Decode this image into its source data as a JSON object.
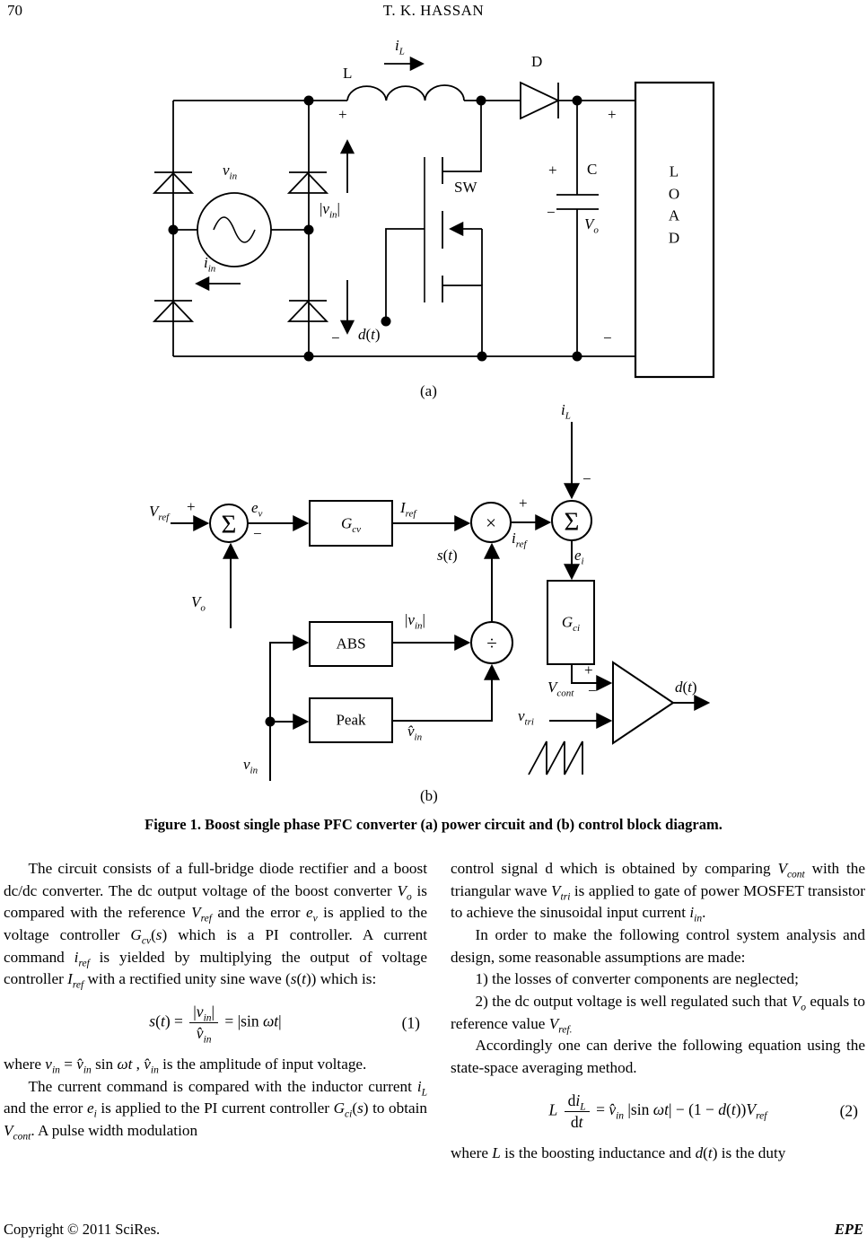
{
  "header": {
    "page_number": "70",
    "running_title": "T. K. HASSAN"
  },
  "figure": {
    "caption": "Figure 1. Boost single phase PFC converter (a) power circuit and (b) control block diagram.",
    "part_a": {
      "tag": "(a)",
      "labels": {
        "iL": [
          {
            "t": "i",
            "i": true
          },
          {
            "t": "L",
            "i": true,
            "s": "sub"
          }
        ],
        "L": "L",
        "D": "D",
        "plus_in": "+",
        "minus_in": "−",
        "abs_vin": [
          {
            "t": "|"
          },
          {
            "t": "v",
            "i": true
          },
          {
            "t": "in",
            "i": true,
            "s": "sub"
          },
          {
            "t": "|"
          }
        ],
        "vin": [
          {
            "t": "v",
            "i": true
          },
          {
            "t": "in",
            "i": true,
            "s": "sub"
          }
        ],
        "iin": [
          {
            "t": "i",
            "i": true
          },
          {
            "t": "in",
            "i": true,
            "s": "sub"
          }
        ],
        "sw": "SW",
        "dt": [
          {
            "t": "d",
            "i": true
          },
          {
            "t": "("
          },
          {
            "t": "t",
            "i": true
          },
          {
            "t": ")"
          }
        ],
        "plus_cap": "+",
        "minus_cap": "−",
        "C": "C",
        "Vo": [
          {
            "t": "V",
            "i": true
          },
          {
            "t": "o",
            "i": true,
            "s": "sub"
          }
        ],
        "plus_load": "+",
        "minus_load": "−",
        "load": "L\nO\nA\nD"
      }
    },
    "part_b": {
      "tag": "(b)",
      "labels": {
        "iL": [
          {
            "t": "i",
            "i": true
          },
          {
            "t": "L",
            "i": true,
            "s": "sub"
          }
        ],
        "minus_iL": "−",
        "Vref": [
          {
            "t": "V",
            "i": true
          },
          {
            "t": "ref",
            "i": true,
            "s": "sub"
          }
        ],
        "plus1": "+",
        "minus1": "−",
        "sigma": "Σ",
        "ev": [
          {
            "t": "e",
            "i": true
          },
          {
            "t": "v",
            "i": true,
            "s": "sub"
          }
        ],
        "Gcv": [
          {
            "t": "G",
            "i": true
          },
          {
            "t": "cv",
            "i": true,
            "s": "sub"
          }
        ],
        "Iref": [
          {
            "t": "I",
            "i": true
          },
          {
            "t": "ref",
            "i": true,
            "s": "sub"
          }
        ],
        "times": "×",
        "plus2": "+",
        "iref": [
          {
            "t": "i",
            "i": true
          },
          {
            "t": "ref",
            "i": true,
            "s": "sub"
          }
        ],
        "ei": [
          {
            "t": "e",
            "i": true
          },
          {
            "t": "i",
            "i": true,
            "s": "sub"
          }
        ],
        "Gci": [
          {
            "t": "G",
            "i": true
          },
          {
            "t": "ci",
            "i": true,
            "s": "sub"
          }
        ],
        "st": [
          {
            "t": "s",
            "i": true
          },
          {
            "t": "("
          },
          {
            "t": "t",
            "i": true
          },
          {
            "t": ")"
          }
        ],
        "divide": "÷",
        "abs": "ABS",
        "abs_vin": [
          {
            "t": "|"
          },
          {
            "t": "v",
            "i": true
          },
          {
            "t": "in",
            "i": true,
            "s": "sub"
          },
          {
            "t": "|"
          }
        ],
        "peak": "Peak",
        "vhat_in": [
          {
            "t": "v̂",
            "i": true
          },
          {
            "t": "in",
            "i": true,
            "s": "sub"
          }
        ],
        "vin": [
          {
            "t": "v",
            "i": true
          },
          {
            "t": "in",
            "i": true,
            "s": "sub"
          }
        ],
        "Vo": [
          {
            "t": "V",
            "i": true
          },
          {
            "t": "o",
            "i": true,
            "s": "sub"
          }
        ],
        "Vcont": [
          {
            "t": "V",
            "i": true
          },
          {
            "t": "cont",
            "i": true,
            "s": "sub"
          }
        ],
        "plus3": "+",
        "minus3": "−",
        "vtri": [
          {
            "t": "v",
            "i": true
          },
          {
            "t": "tri",
            "i": true,
            "s": "sub"
          }
        ],
        "dt": [
          {
            "t": "d",
            "i": true
          },
          {
            "t": "("
          },
          {
            "t": "t",
            "i": true
          },
          {
            "t": ")"
          }
        ]
      }
    }
  },
  "body": {
    "left": {
      "p1": [
        {
          "t": "The circuit consists of a full-bridge diode rectifier and a boost dc/dc converter. The dc output voltage of the boost converter "
        },
        {
          "t": "V",
          "i": true
        },
        {
          "t": "o",
          "i": true,
          "s": "sub"
        },
        {
          "t": " is compared with the reference "
        },
        {
          "t": "V",
          "i": true
        },
        {
          "t": "ref",
          "i": true,
          "s": "sub"
        },
        {
          "t": " and the error "
        },
        {
          "t": "e",
          "i": true
        },
        {
          "t": "v",
          "i": true,
          "s": "sub"
        },
        {
          "t": " is applied to the voltage controller "
        },
        {
          "t": "G",
          "i": true
        },
        {
          "t": "cv",
          "i": true,
          "s": "sub"
        },
        {
          "t": "("
        },
        {
          "t": "s",
          "i": true
        },
        {
          "t": ") which is a PI controller. A current command "
        },
        {
          "t": "i",
          "i": true
        },
        {
          "t": "ref",
          "i": true,
          "s": "sub"
        },
        {
          "t": " is yielded by multiplying the output of voltage controller "
        },
        {
          "t": "I",
          "i": true
        },
        {
          "t": "ref",
          "i": true,
          "s": "sub"
        },
        {
          "t": " with a rectified unity sine wave ("
        },
        {
          "t": "s",
          "i": true
        },
        {
          "t": "("
        },
        {
          "t": "t",
          "i": true
        },
        {
          "t": ")) which is:"
        }
      ],
      "p2": [
        {
          "t": "where "
        },
        {
          "t": "v",
          "i": true
        },
        {
          "t": "in",
          "i": true,
          "s": "sub"
        },
        {
          "t": " = "
        },
        {
          "t": "v̂",
          "i": true
        },
        {
          "t": "in",
          "i": true,
          "s": "sub"
        },
        {
          "t": " sin "
        },
        {
          "t": "ωt",
          "i": true
        },
        {
          "t": " ,  "
        },
        {
          "t": "v̂",
          "i": true
        },
        {
          "t": "in",
          "i": true,
          "s": "sub"
        },
        {
          "t": "  is the amplitude of input voltage."
        }
      ],
      "p3": [
        {
          "t": "The current command is compared with the inductor current "
        },
        {
          "t": "i",
          "i": true
        },
        {
          "t": "L",
          "i": true,
          "s": "sub"
        },
        {
          "t": " and the error "
        },
        {
          "t": "e",
          "i": true
        },
        {
          "t": "i",
          "i": true,
          "s": "sub"
        },
        {
          "t": " is applied to the PI current controller "
        },
        {
          "t": "G",
          "i": true
        },
        {
          "t": "ci",
          "i": true,
          "s": "sub"
        },
        {
          "t": "("
        },
        {
          "t": "s",
          "i": true
        },
        {
          "t": ") to obtain "
        },
        {
          "t": "V",
          "i": true
        },
        {
          "t": "cont",
          "i": true,
          "s": "sub"
        },
        {
          "t": ". A pulse width modulation"
        }
      ]
    },
    "right": {
      "p4": [
        {
          "t": "control signal d which is obtained by comparing "
        },
        {
          "t": "V",
          "i": true
        },
        {
          "t": "cont",
          "i": true,
          "s": "sub"
        },
        {
          "t": " with the triangular wave "
        },
        {
          "t": "V",
          "i": true
        },
        {
          "t": "tri",
          "i": true,
          "s": "sub"
        },
        {
          "t": " is applied to gate of power MOSFET transistor to achieve the sinusoidal input current "
        },
        {
          "t": "i",
          "i": true
        },
        {
          "t": "in",
          "i": true,
          "s": "sub"
        },
        {
          "t": "."
        }
      ],
      "p5": [
        {
          "t": "In order to make the following control system analysis and design, some reasonable assumptions are made:"
        }
      ],
      "p6": [
        {
          "t": "1) the losses of converter components are neglected;"
        }
      ],
      "p7": [
        {
          "t": "2) the dc output voltage is well regulated such that "
        },
        {
          "t": "V",
          "i": true
        },
        {
          "t": "o",
          "i": true,
          "s": "sub"
        },
        {
          "t": " equals to reference value "
        },
        {
          "t": "V",
          "i": true
        },
        {
          "t": "ref.",
          "i": true,
          "s": "sub"
        }
      ],
      "p8": [
        {
          "t": "Accordingly one can derive the following equation using the state-space averaging method."
        }
      ],
      "p9": [
        {
          "t": "where "
        },
        {
          "t": "L",
          "i": true
        },
        {
          "t": " is the boosting inductance and "
        },
        {
          "t": "d",
          "i": true
        },
        {
          "t": "("
        },
        {
          "t": "t",
          "i": true
        },
        {
          "t": ") is the duty"
        }
      ]
    }
  },
  "equations": {
    "eq1": {
      "lhs": [
        {
          "t": "s",
          "i": true
        },
        {
          "t": "("
        },
        {
          "t": "t",
          "i": true
        },
        {
          "t": ") = "
        }
      ],
      "num": [
        {
          "t": "|"
        },
        {
          "t": "v",
          "i": true
        },
        {
          "t": "in",
          "i": true,
          "s": "sub"
        },
        {
          "t": "|"
        }
      ],
      "den": [
        {
          "t": "v̂",
          "i": true
        },
        {
          "t": "in",
          "i": true,
          "s": "sub"
        }
      ],
      "rhs": [
        {
          "t": " = |sin "
        },
        {
          "t": "ωt",
          "i": true
        },
        {
          "t": "|"
        }
      ],
      "tag": "(1)"
    },
    "eq2": {
      "lhs": [
        {
          "t": "L",
          "i": true
        },
        {
          "t": " "
        }
      ],
      "num": [
        {
          "t": "d"
        },
        {
          "t": "i",
          "i": true
        },
        {
          "t": "L",
          "i": true,
          "s": "sub"
        }
      ],
      "den": [
        {
          "t": "d"
        },
        {
          "t": "t",
          "i": true
        }
      ],
      "rhs": [
        {
          "t": " = "
        },
        {
          "t": "v̂",
          "i": true
        },
        {
          "t": "in",
          "i": true,
          "s": "sub"
        },
        {
          "t": " |sin "
        },
        {
          "t": "ωt",
          "i": true
        },
        {
          "t": "| − (1 − "
        },
        {
          "t": "d",
          "i": true
        },
        {
          "t": "("
        },
        {
          "t": "t",
          "i": true
        },
        {
          "t": "))"
        },
        {
          "t": "V",
          "i": true
        },
        {
          "t": "ref",
          "i": true,
          "s": "sub"
        }
      ],
      "tag": "(2)"
    }
  },
  "footer": {
    "copyright": "Copyright © 2011 SciRes.",
    "journal": "EPE"
  }
}
